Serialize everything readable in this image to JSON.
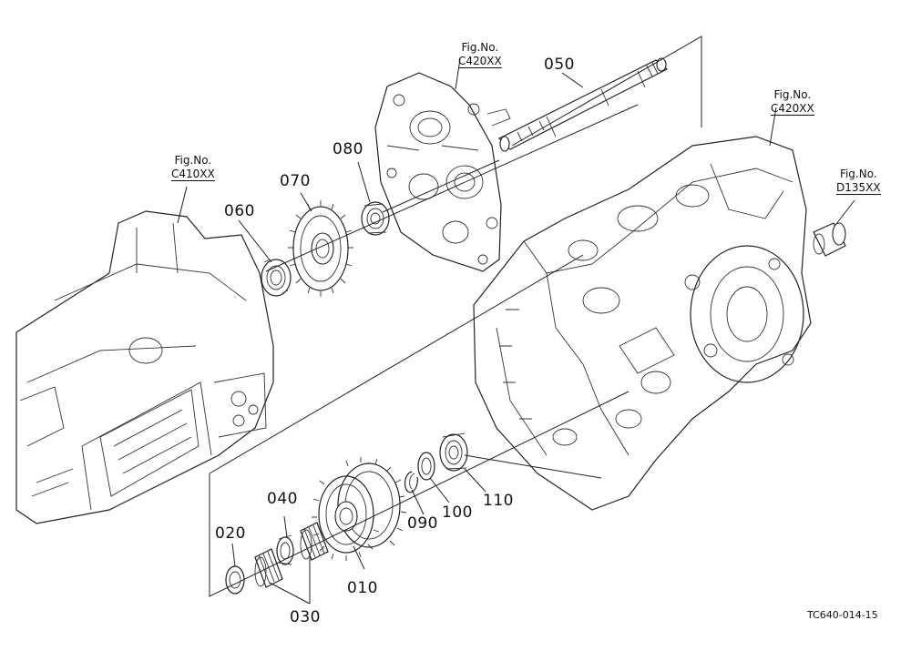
{
  "parts": [
    {
      "id": "p010",
      "label": "010"
    },
    {
      "id": "p020",
      "label": "020"
    },
    {
      "id": "p030",
      "label": "030"
    },
    {
      "id": "p040",
      "label": "040"
    },
    {
      "id": "p050",
      "label": "050"
    },
    {
      "id": "p060",
      "label": "060"
    },
    {
      "id": "p070",
      "label": "070"
    },
    {
      "id": "p080",
      "label": "080"
    },
    {
      "id": "p090",
      "label": "090"
    },
    {
      "id": "p100",
      "label": "100"
    },
    {
      "id": "p110",
      "label": "110"
    }
  ],
  "figure_refs": [
    {
      "id": "fig-left",
      "caption": "Fig.No.",
      "ref": "C410XX"
    },
    {
      "id": "fig-top",
      "caption": "Fig.No.",
      "ref": "C420XX"
    },
    {
      "id": "fig-right",
      "caption": "Fig.No.",
      "ref": "C420XX"
    },
    {
      "id": "fig-far-right",
      "caption": "Fig.No.",
      "ref": "D135XX"
    }
  ],
  "drawing_code": "TC640-014-15"
}
